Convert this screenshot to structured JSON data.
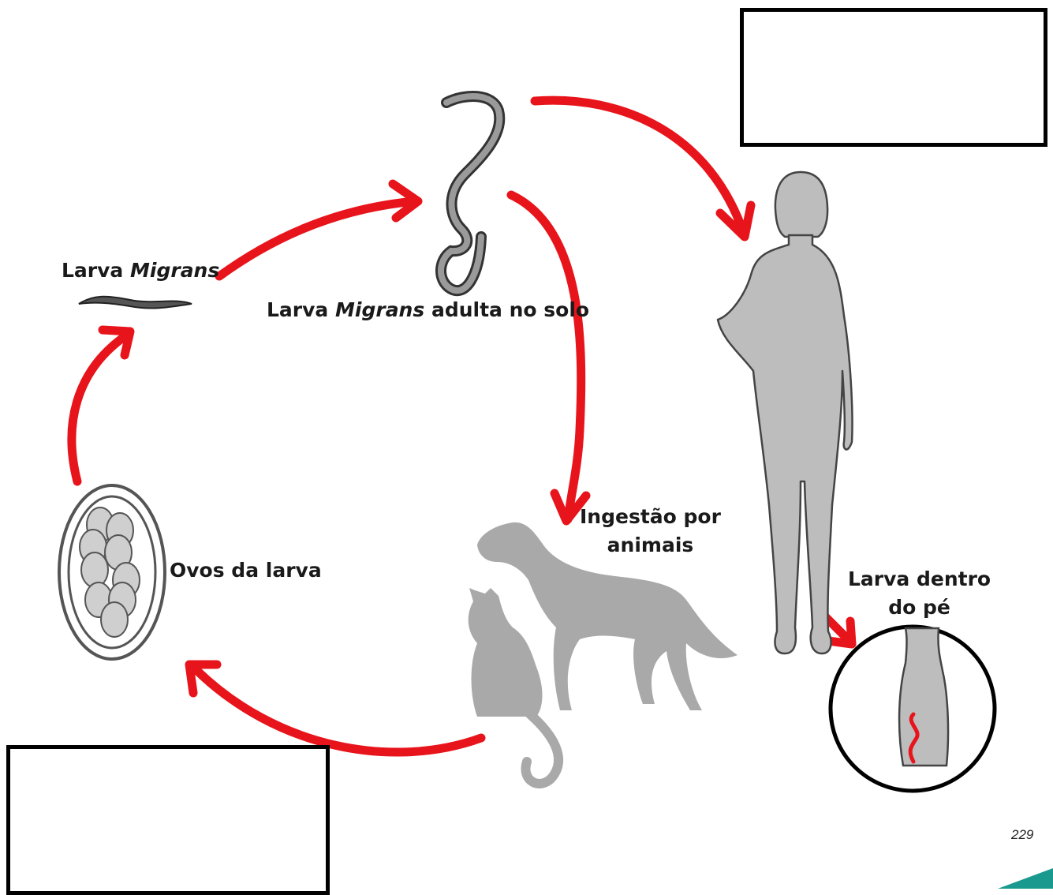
{
  "labels": {
    "larva_word": "Larva",
    "migrans_word": "Migrans",
    "adult_suffix": "adulta no solo",
    "ingestion_line1": "Ingestão por",
    "ingestion_line2": "animais",
    "eggs": "Ovos da larva",
    "foot_line1": "Larva dentro",
    "foot_line2": "do pé"
  },
  "page_number": "229",
  "colors": {
    "arrow": "#e8141b",
    "silhouette": "#bdbdbd",
    "animal": "#a9a9a9",
    "egg": "#cfcfcf",
    "accent_corner": "#1a9a8e"
  }
}
